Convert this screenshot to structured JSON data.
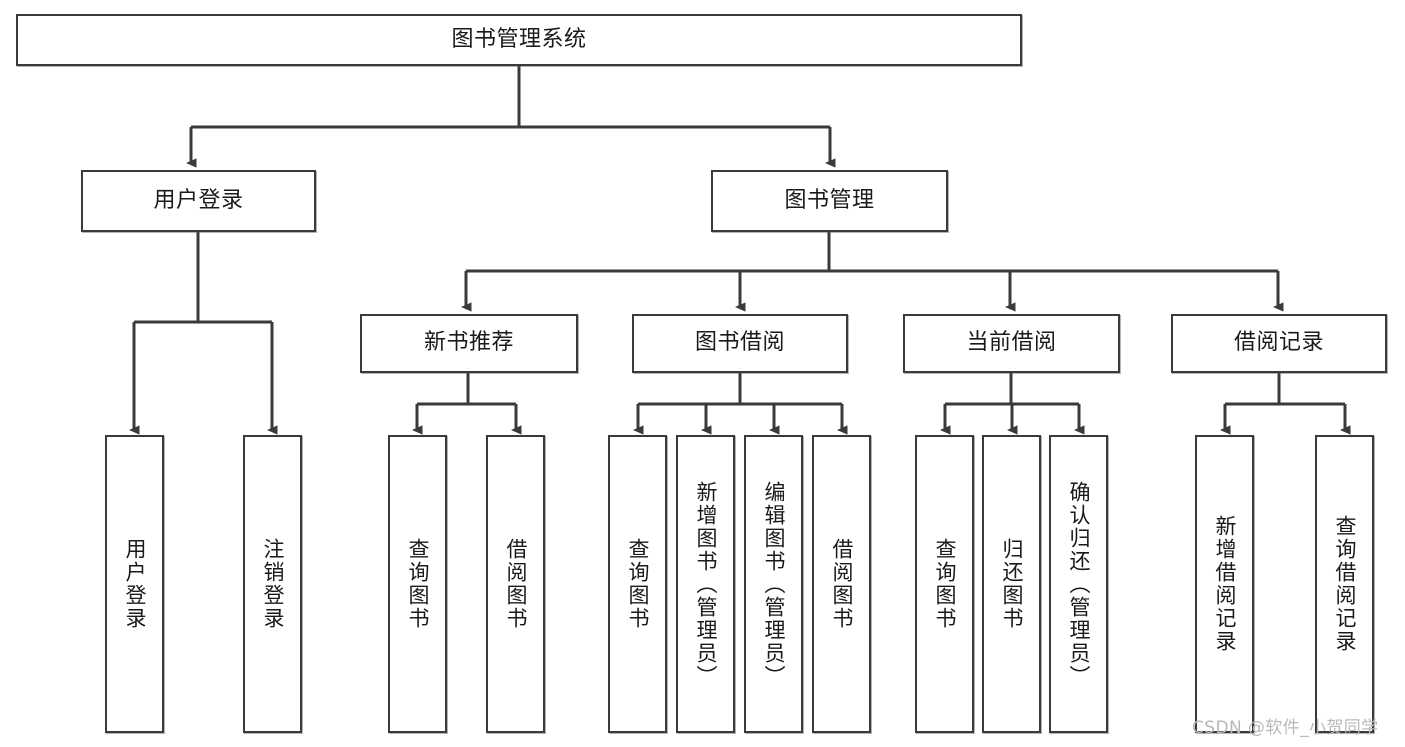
{
  "diagram": {
    "type": "tree",
    "title": "图书管理系统",
    "watermark": "CSDN @软件_小贺同学",
    "colors": {
      "box_border": "#3a3a3a",
      "box_fill": "#ffffff",
      "connector": "#3a3a3a",
      "text": "#1a1a1a",
      "watermark": "#b9b9b9"
    },
    "nodes": {
      "root": {
        "label": "图书管理系统"
      },
      "level2": [
        {
          "id": "user-login",
          "label": "用户登录"
        },
        {
          "id": "book-manage",
          "label": "图书管理"
        }
      ],
      "level3": [
        {
          "id": "new-book-recommend",
          "label": "新书推荐"
        },
        {
          "id": "book-borrow",
          "label": "图书借阅"
        },
        {
          "id": "current-borrow",
          "label": "当前借阅"
        },
        {
          "id": "borrow-record",
          "label": "借阅记录"
        }
      ],
      "leaves": {
        "user-login": [
          {
            "id": "leaf-user-login",
            "label": "用户登录"
          },
          {
            "id": "leaf-logout-login",
            "label": "注销登录"
          }
        ],
        "new-book-recommend": [
          {
            "id": "leaf-query-book-1",
            "label": "查询图书"
          },
          {
            "id": "leaf-borrow-book-1",
            "label": "借阅图书"
          }
        ],
        "book-borrow": [
          {
            "id": "leaf-query-book-2",
            "label": "查询图书"
          },
          {
            "id": "leaf-add-book",
            "label": "新增图书（管理员）"
          },
          {
            "id": "leaf-edit-book",
            "label": "编辑图书（管理员）"
          },
          {
            "id": "leaf-borrow-book-2",
            "label": "借阅图书"
          }
        ],
        "current-borrow": [
          {
            "id": "leaf-query-book-3",
            "label": "查询图书"
          },
          {
            "id": "leaf-return-book",
            "label": "归还图书"
          },
          {
            "id": "leaf-confirm-return",
            "label": "确认归还（管理员）"
          }
        ],
        "borrow-record": [
          {
            "id": "leaf-add-record",
            "label": "新增借阅记录"
          },
          {
            "id": "leaf-query-record",
            "label": "查询借阅记录"
          }
        ]
      }
    }
  }
}
